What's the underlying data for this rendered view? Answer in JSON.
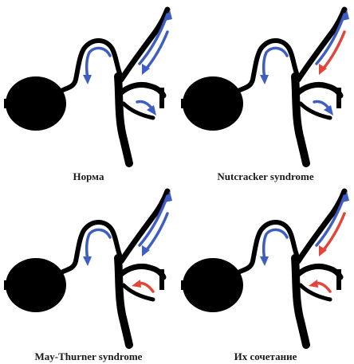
{
  "colors": {
    "normal_flow": "#3f5ec2",
    "pathologic_flow": "#e1463a",
    "vessel": "#000000"
  },
  "panels": [
    {
      "caption": "Норма",
      "renal_vein_flow": "normal",
      "iliac_vein_flow": "normal"
    },
    {
      "caption": "Nutcracker syndrome",
      "renal_vein_flow": "pathologic",
      "iliac_vein_flow": "normal"
    },
    {
      "caption": "May-Thurner syndrome",
      "renal_vein_flow": "normal",
      "iliac_vein_flow": "pathologic"
    },
    {
      "caption": "Их сочетание",
      "renal_vein_flow": "pathologic",
      "iliac_vein_flow": "pathologic"
    }
  ]
}
